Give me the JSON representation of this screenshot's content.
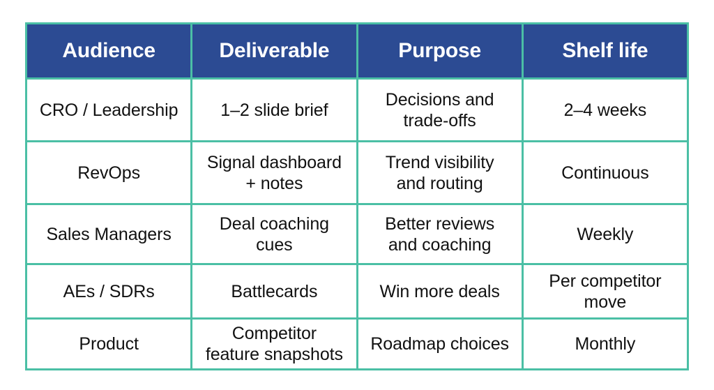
{
  "colors": {
    "header_background": "#2c4b93",
    "header_text": "#ffffff",
    "border": "#4bbfa5",
    "cell_background": "#ffffff",
    "cell_text": "#111111",
    "page_background": "#ffffff"
  },
  "table": {
    "columns": [
      {
        "key": "audience",
        "label": "Audience"
      },
      {
        "key": "deliverable",
        "label": "Deliverable"
      },
      {
        "key": "purpose",
        "label": "Purpose"
      },
      {
        "key": "shelf_life",
        "label": "Shelf life"
      }
    ],
    "rows": [
      {
        "audience": "CRO / Leadership",
        "deliverable": "1–2 slide brief",
        "purpose": "Decisions and\ntrade-offs",
        "shelf_life": "2–4 weeks"
      },
      {
        "audience": "RevOps",
        "deliverable": "Signal dashboard\n+ notes",
        "purpose": "Trend visibility\nand routing",
        "shelf_life": "Continuous"
      },
      {
        "audience": "Sales Managers",
        "deliverable": "Deal coaching\ncues",
        "purpose": "Better reviews\nand coaching",
        "shelf_life": "Weekly"
      },
      {
        "audience": "AEs / SDRs",
        "deliverable": "Battlecards",
        "purpose": "Win more deals",
        "shelf_life": "Per competitor\nmove"
      },
      {
        "audience": "Product",
        "deliverable": "Competitor\nfeature snapshots",
        "purpose": "Roadmap choices",
        "shelf_life": "Monthly"
      }
    ]
  }
}
